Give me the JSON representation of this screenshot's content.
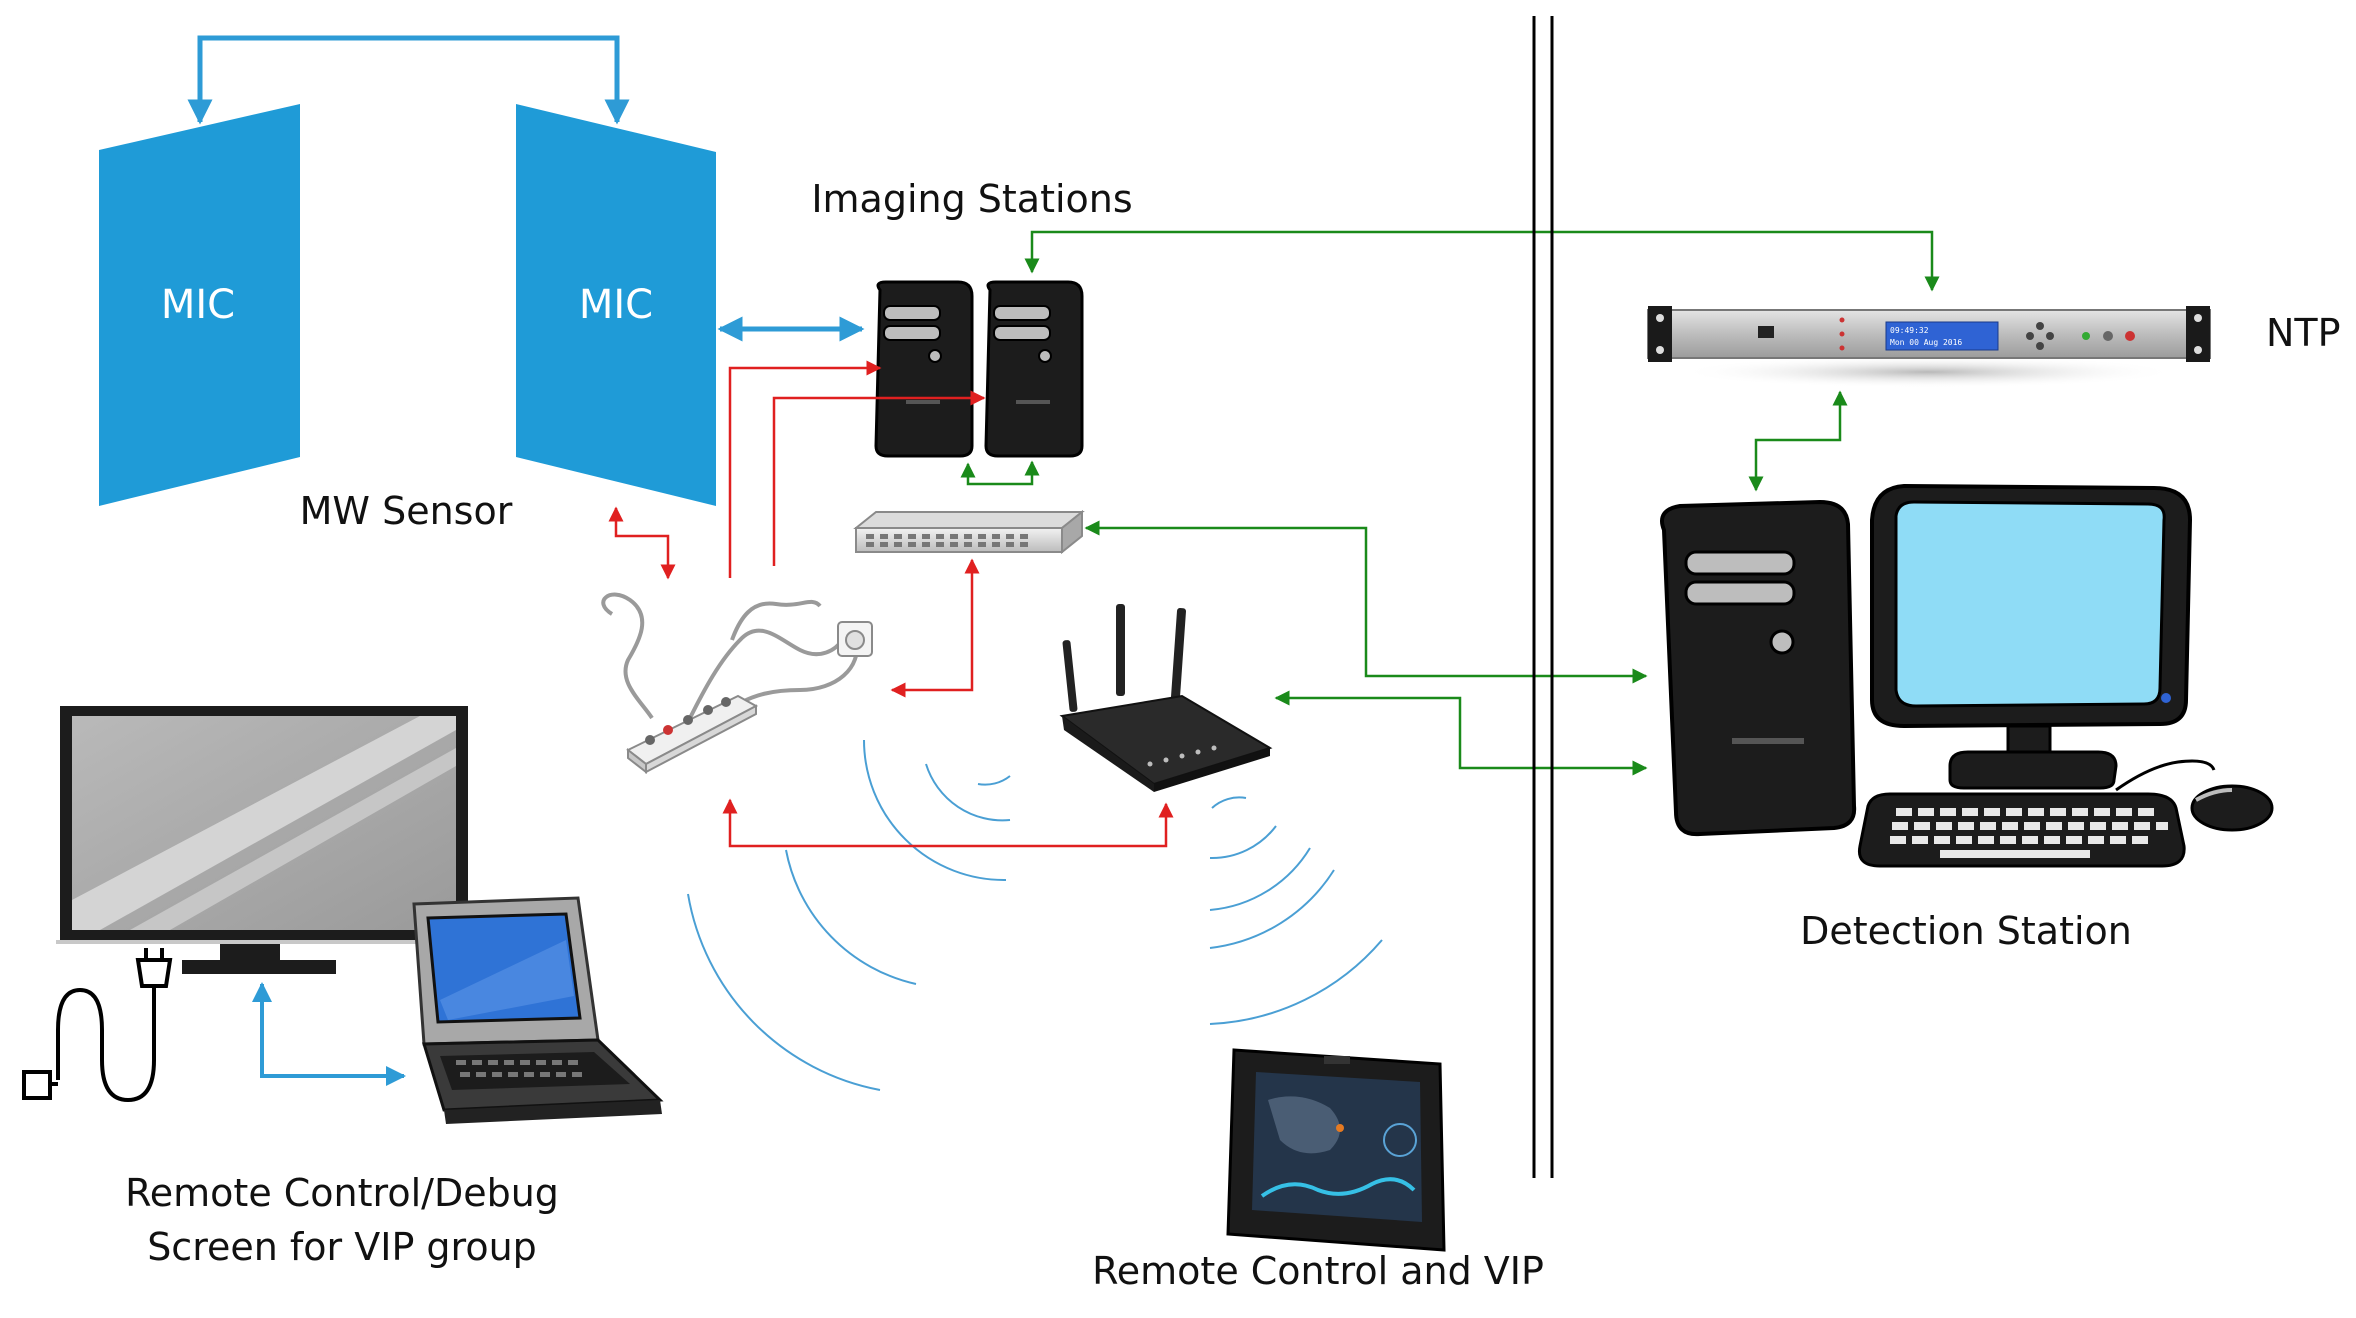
{
  "labels": {
    "mic_left": "MIC",
    "mic_right": "MIC",
    "mw_sensor": "MW Sensor",
    "imaging_stations": "Imaging Stations",
    "ntp": "NTP",
    "detection_station": "Detection Station",
    "remote_debug_line1": "Remote Control/Debug",
    "remote_debug_line2": "Screen for VIP group",
    "remote_vip": "Remote Control and VIP"
  },
  "ntp_display": {
    "line1": "09:49:32",
    "line2": "Mon 00 Aug 2016"
  },
  "colors": {
    "mic_blue": "#1f9bd7",
    "link_blue": "#2e9bd6",
    "link_green": "#1a8a1a",
    "link_red": "#e02020",
    "wireless_blue": "#4a9fd4",
    "monitor_screen": "#8fdcf6",
    "laptop_screen": "#2f73d6"
  },
  "icons": [
    "server-tower-icon",
    "network-switch-icon",
    "power-strip-icon",
    "wall-socket-icon",
    "wifi-router-icon",
    "ntp-rack-server-icon",
    "desktop-computer-icon",
    "tv-monitor-icon",
    "power-plug-icon",
    "rugged-laptop-icon",
    "rugged-tablet-icon"
  ]
}
